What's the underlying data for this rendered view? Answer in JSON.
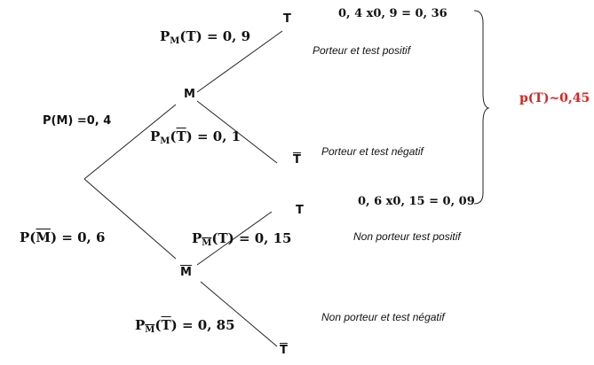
{
  "nodes": {
    "M": "M",
    "M_bar": "M",
    "T_top": "T",
    "T_bar_top": "T",
    "T_bottom": "T",
    "T_bar_bottom": "T"
  },
  "probabilities": {
    "p_M": "P(M) =0, 4",
    "p_Mbar": "P(M) = 0, 6",
    "pM_T": "P",
    "pM_T_sub": "M",
    "pM_T_rest": "(T) = 0, 9",
    "pM_Tbar": "P",
    "pM_Tbar_sub": "M",
    "pM_Tbar_rest1": "(",
    "pM_Tbar_T": "T",
    "pM_Tbar_rest2": ") = 0, 1",
    "pMbar_T": "P",
    "pMbar_T_sub": "M",
    "pMbar_T_rest": "(T) = 0, 15",
    "pMbar_Tbar": "P",
    "pMbar_Tbar_sub": "M",
    "pMbar_Tbar_rest1": "(",
    "pMbar_Tbar_T": "T",
    "pMbar_Tbar_rest2": ") = 0, 85"
  },
  "calculations": {
    "positive_carrier": "0, 4 x0, 9 = 0, 36",
    "positive_noncarrier": "0, 6 x0, 15 = 0, 09"
  },
  "descriptions": {
    "carrier_positive": "Porteur et test positif",
    "carrier_negative": "Porteur et test négatif",
    "noncarrier_positive": "Non porteur test positif",
    "noncarrier_negative": "Non porteur et test négatif"
  },
  "result": {
    "label": "p(T)~0,45",
    "color": "#e02020"
  }
}
